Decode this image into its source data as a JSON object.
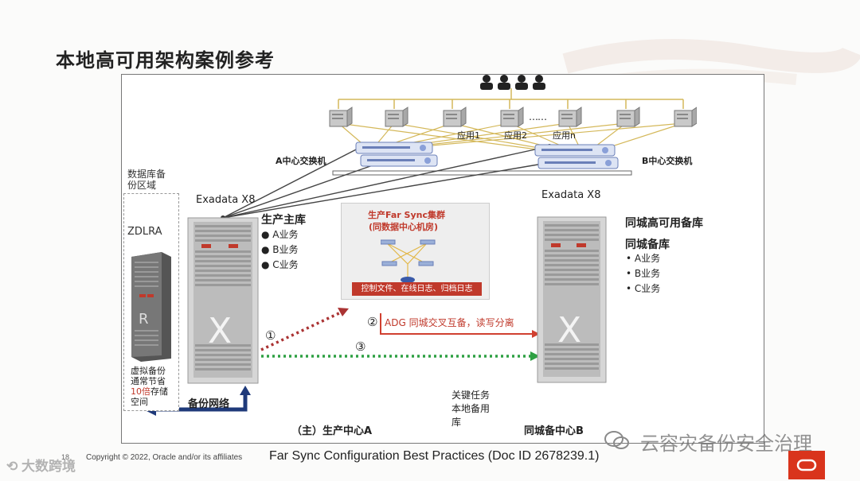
{
  "slide_title": "本地高可用架构案例参考",
  "users_icon": "users-icon",
  "apps": {
    "app1": "应用1",
    "app2": "应用2",
    "appn": "应用n",
    "ellipsis": "……"
  },
  "switch_a": "A中心交换机",
  "switch_b": "B中心交换机",
  "backup_area": {
    "title_line1": "数据库备",
    "title_line2": "份区域",
    "device": "ZDLRA",
    "note_line1": "虚拟备份",
    "note_line2": "通常节省",
    "note_highlight": "10倍",
    "note_line3": "存储",
    "note_line4": "空间"
  },
  "exadata_a": {
    "model": "Exadata X8",
    "role": "生产主库",
    "items": [
      "A业务",
      "B业务",
      "C业务"
    ]
  },
  "exadata_b": {
    "model": "Exadata X8",
    "role1": "同城高可用备库",
    "role2": "同城备库",
    "items": [
      "A业务",
      "B业务",
      "C业务"
    ]
  },
  "far_sync": {
    "title_line1": "生产Far Sync集群",
    "title_line2": "(同数据中心机房)",
    "files": "控制文件、在线日志、归档日志"
  },
  "links": {
    "step1": "①",
    "step2": "②",
    "step3": "③",
    "adg": "ADG 同城交叉互备，读写分离"
  },
  "backup_network": "备份网络",
  "center_a": "（主）生产中心A",
  "center_b": "同城备中心B",
  "mission": {
    "line1": "关键任务",
    "line2": "本地备用",
    "line3": "库"
  },
  "footer": {
    "page": "18",
    "copyright": "Copyright © 2022, Oracle and/or its affiliates",
    "doc": "Far Sync Configuration Best Practices (Doc ID 2678239.1)",
    "watermark_left": "大数跨境",
    "watermark_right": "云容灾备份安全治理"
  },
  "colors": {
    "accent_red": "#c0392b",
    "dotted_red": "#a33",
    "dotted_green": "#2ea043",
    "dark_blue": "#1f3a7a",
    "oracle_red": "#d9341c"
  }
}
